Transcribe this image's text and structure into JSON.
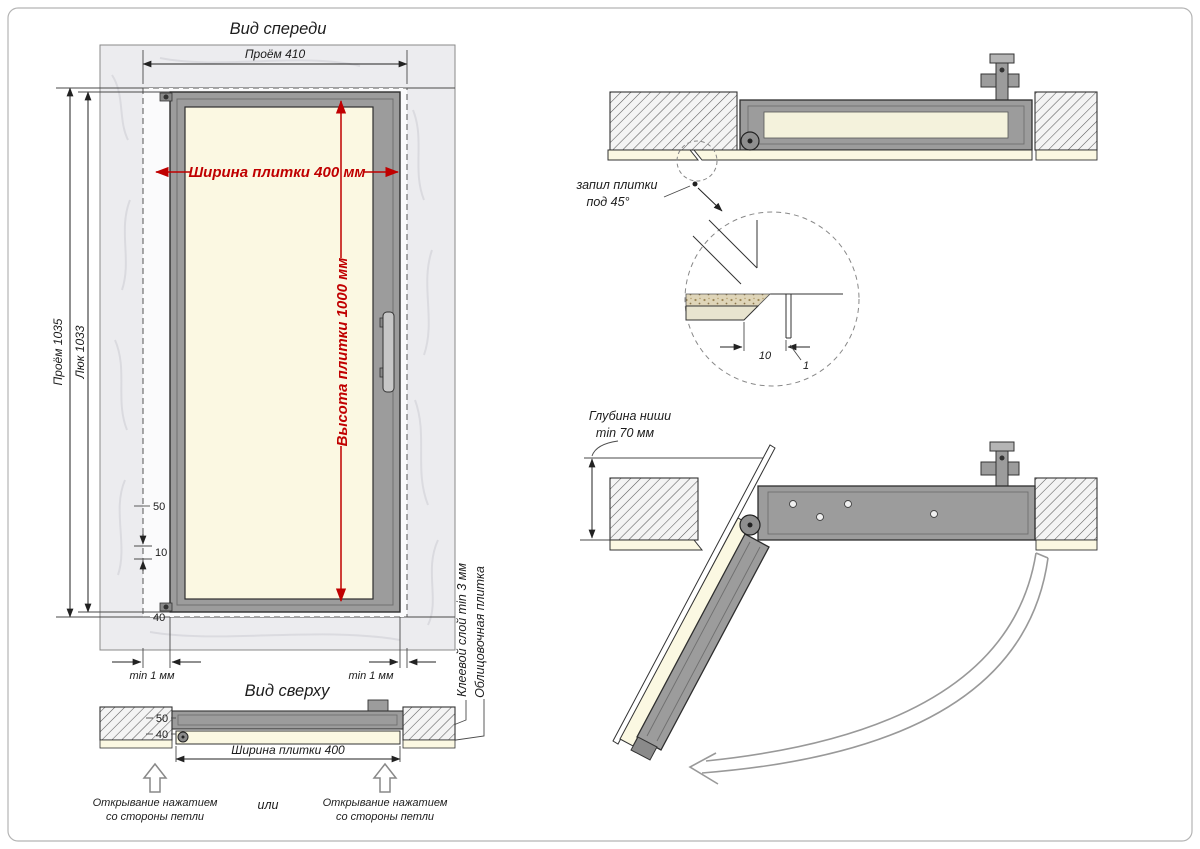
{
  "colors": {
    "dim_red": "#c00000",
    "frame_gray": "#9c9c9c",
    "tile_cream": "#fbf8e2",
    "marble": "#ececef",
    "line_dark": "#2e2e2e"
  },
  "front_view": {
    "title": "Вид спереди",
    "dim_opening_width": "Проём 410",
    "dim_tile_width": "Ширина плитки 400 мм",
    "dim_tile_height": "Высота плитки 1000 мм",
    "dim_opening_height": "Проём 1035",
    "dim_hatch_height": "Люк 1033",
    "dim_offset_50": "50",
    "dim_offset_10": "10",
    "dim_offset_40": "40",
    "dim_gap_left": "min 1 мм",
    "dim_gap_right": "min 1 мм",
    "label_glue_layer": "Клеевой слой min 3 мм",
    "label_facing_tile": "Облицовочная плитка"
  },
  "top_view": {
    "title": "Вид сверху",
    "dim_offset_50": "50",
    "dim_offset_40": "40",
    "dim_tile_width": "Ширина плитки 400",
    "open_hint_left_line1": "Открывание нажатием",
    "open_hint_left_line2": "со стороны петли",
    "or_label": "или",
    "open_hint_right_line1": "Открывание нажатием",
    "open_hint_right_line2": "со стороны петли"
  },
  "section_closed": {
    "label_cut_line1": "запил плитки",
    "label_cut_line2": "под 45°",
    "detail_dim_overhang": "10",
    "detail_dim_gap": "1"
  },
  "section_open": {
    "label_depth_line1": "Глубина ниши",
    "label_depth_line2": "min 70 мм"
  }
}
